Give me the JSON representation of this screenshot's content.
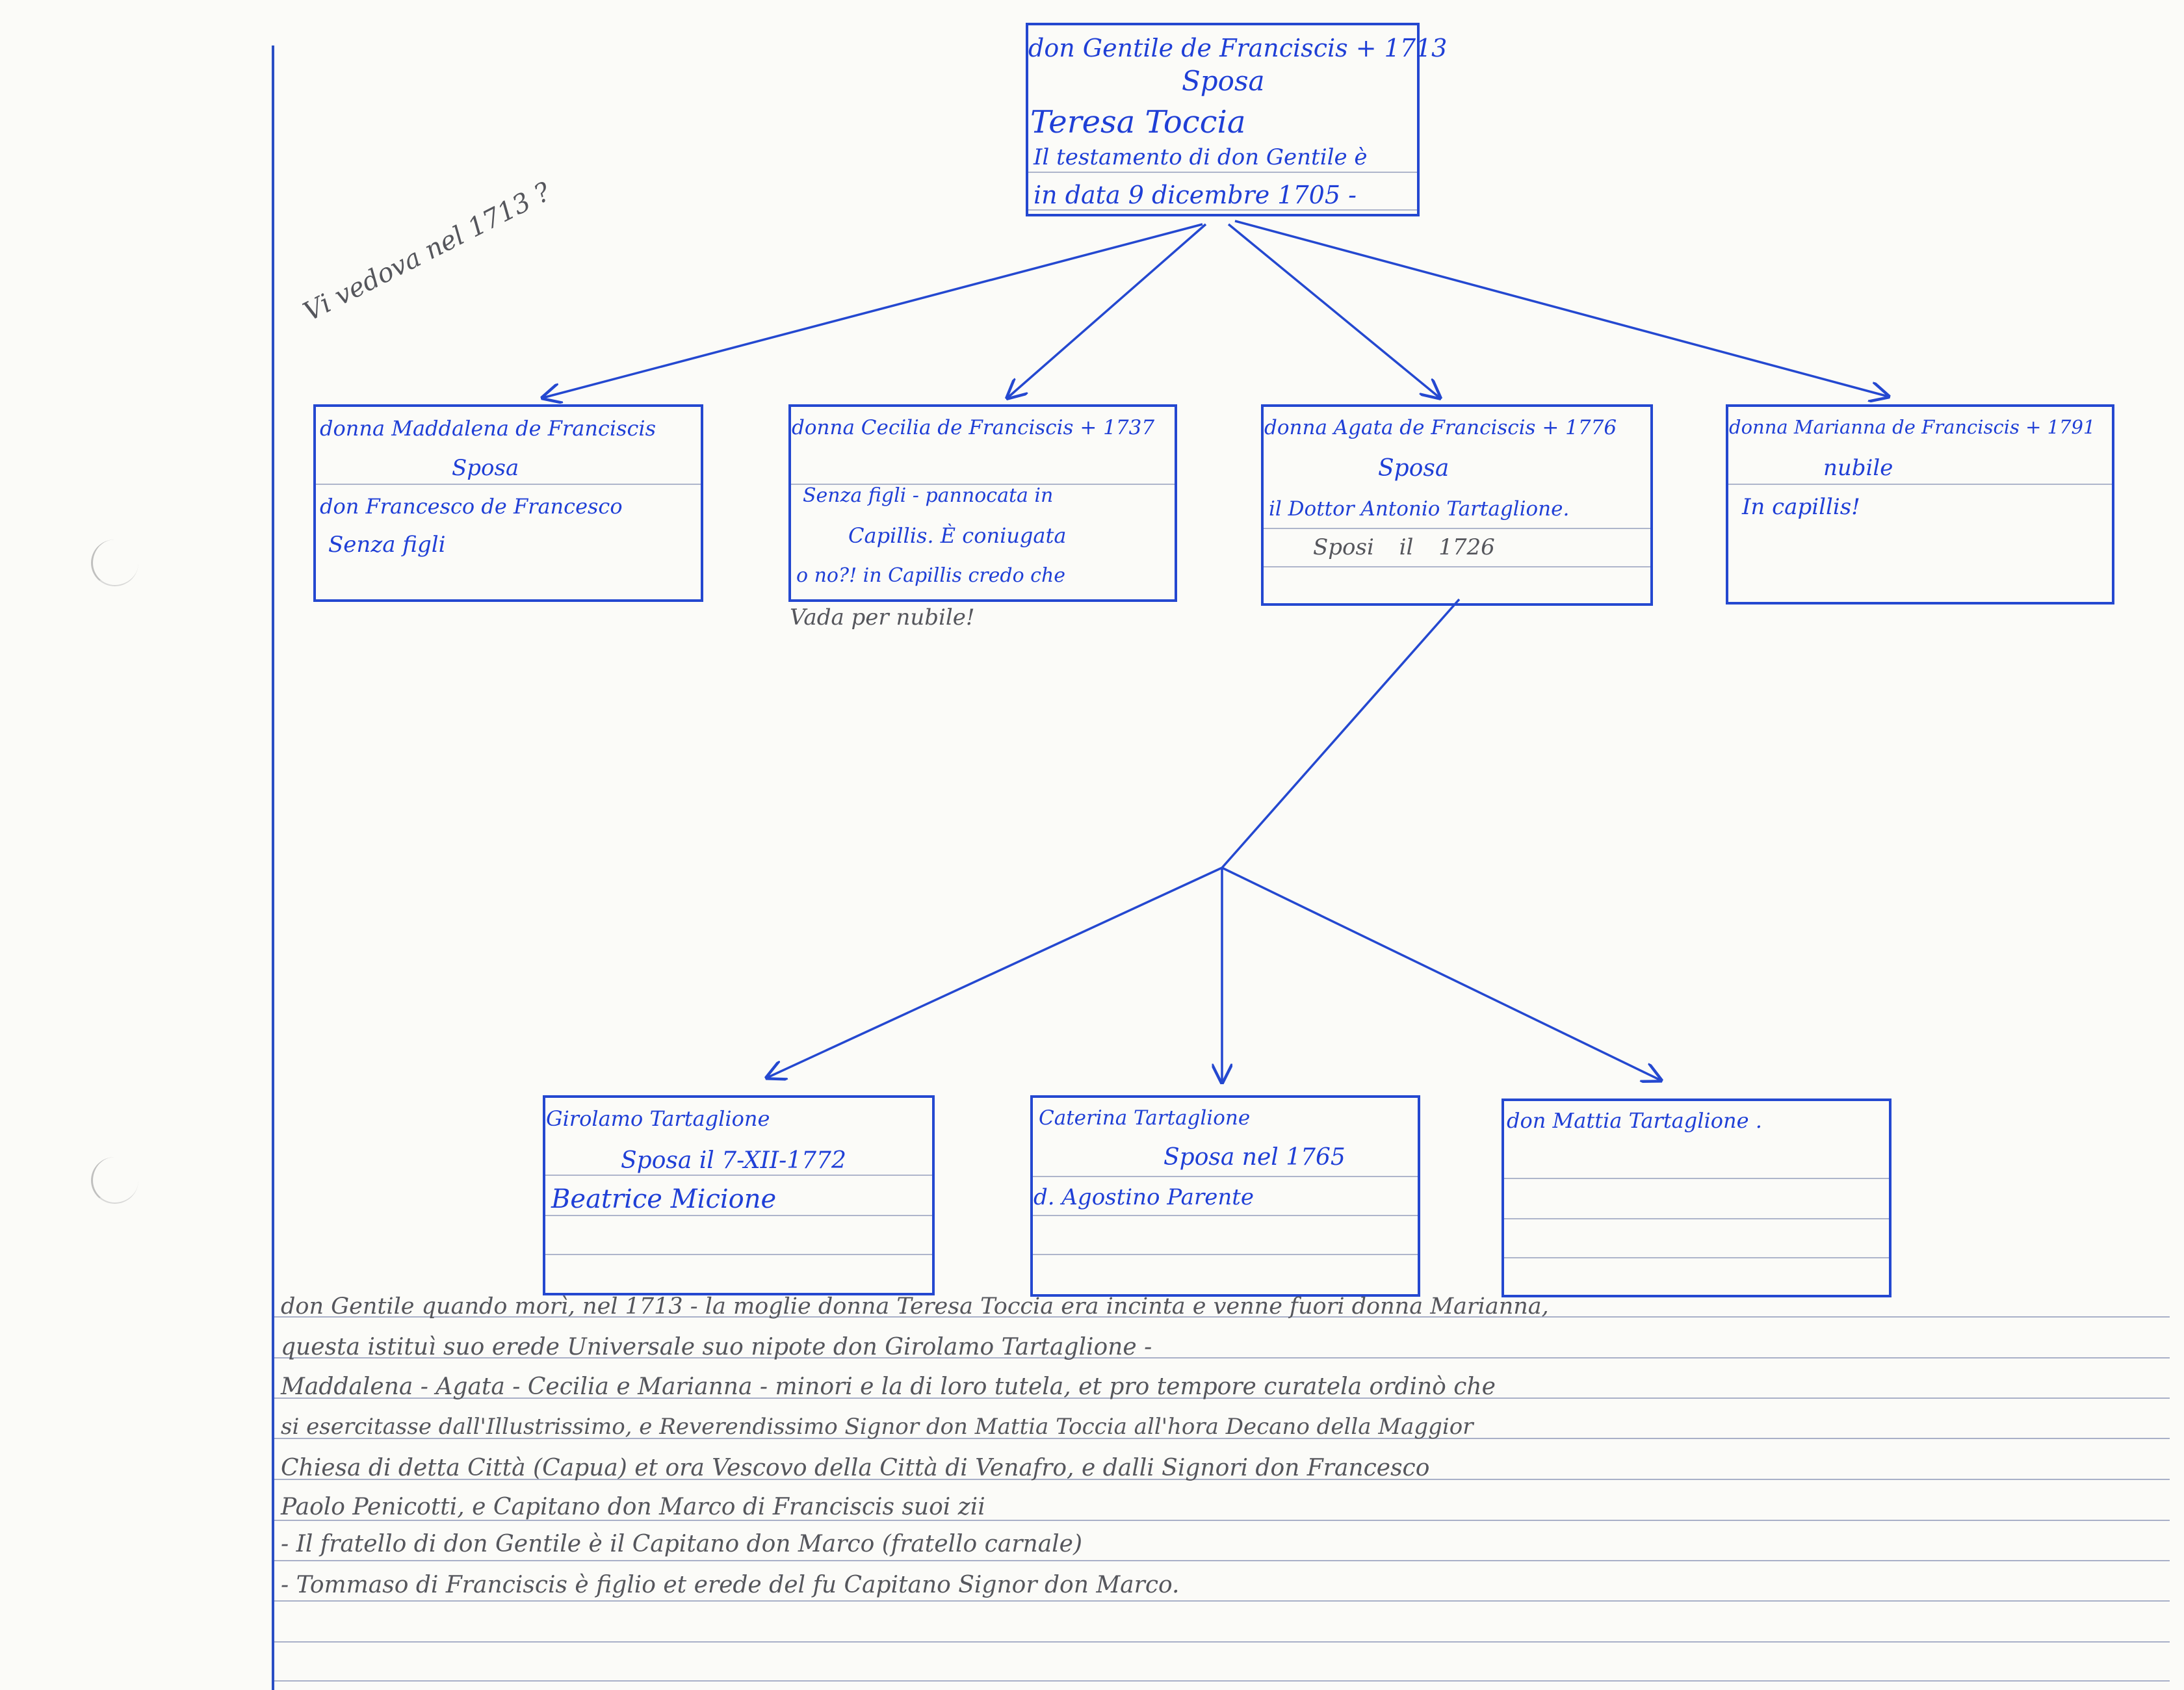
{
  "root": {
    "line1": "don Gentile de Franciscis + 1713",
    "line2": "Sposa",
    "line3": "Teresa Toccia",
    "line4": "Il testamento di don Gentile è",
    "line5": "in data 9 dicembre 1705 -"
  },
  "pencil_note_top": "Vi vedova nel 1713 ?",
  "children": [
    {
      "line1": "donna Maddalena de Franciscis",
      "line2": "Sposa",
      "line3": "don Francesco de Francesco",
      "line4": "Senza figli"
    },
    {
      "line1": "donna Cecilia de Franciscis + 1737",
      "line2": "Senza figli - pannocata in",
      "line3": "Capillis. È coniugata",
      "line4": "o no?! in Capillis credo che",
      "pencil": "Vada per nubile!"
    },
    {
      "line1": "donna Agata de Franciscis + 1776",
      "line2": "Sposa",
      "line3": "il Dottor Antonio Tartaglione.",
      "line4": "Sposi il 1726"
    },
    {
      "line1": "donna Marianna de Franciscis + 1791",
      "line2": "nubile",
      "line3": "In capillis!"
    }
  ],
  "grandchildren": [
    {
      "line1": "Girolamo Tartaglione",
      "line2": "Sposa il 7-XII-1772",
      "line3": "Beatrice Micione"
    },
    {
      "line1": "Caterina Tartaglione",
      "line2": "Sposa nel 1765",
      "line3": "d. Agostino Parente"
    },
    {
      "line1": "don Mattia Tartaglione ."
    }
  ],
  "notes": [
    "don Gentile quando morì, nel 1713 - la moglie donna Teresa Toccia era incinta e venne fuori donna Marianna,",
    "questa istituì suo erede Universale suo nipote don Girolamo Tartaglione -",
    "Maddalena - Agata - Cecilia e Marianna - minori e la di loro tutela, et pro tempore curatela ordinò che",
    "si esercitasse dall'Illustrissimo, e Reverendissimo Signor don Mattia Toccia all'hora Decano della Maggior",
    "Chiesa di detta Città (Capua) et ora Vescovo della Città di Venafro, e dalli Signori don Francesco",
    "Paolo Penicotti, e Capitano don Marco di Franciscis suoi zii",
    "- Il fratello di don Gentile è il Capitano don Marco (fratello carnale)",
    "- Tommaso di Franciscis è figlio et erede del fu Capitano Signor don Marco."
  ]
}
